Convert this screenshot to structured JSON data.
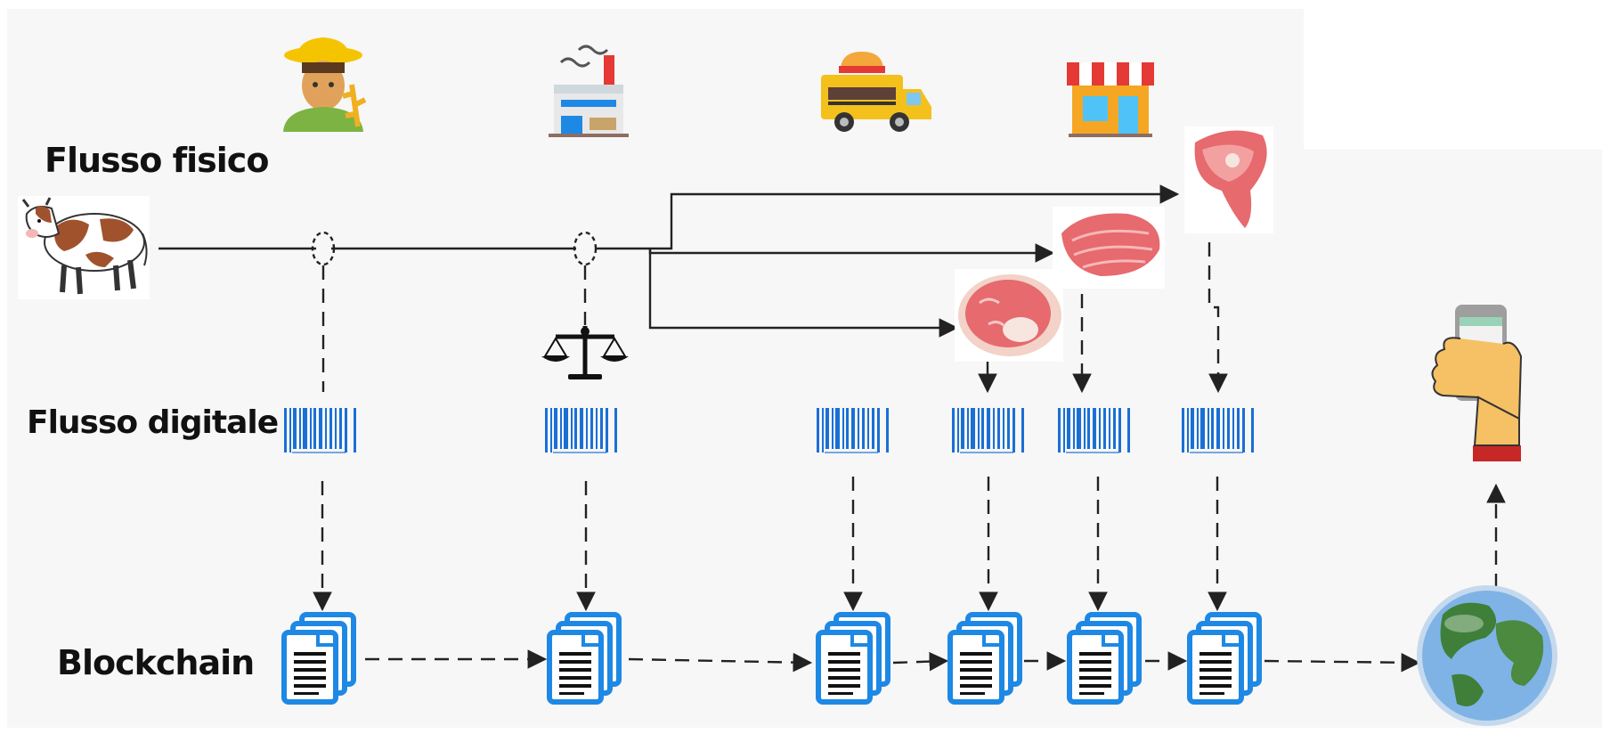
{
  "labels": {
    "physical_flow": "Flusso fisico",
    "digital_flow": "Flusso digitale",
    "blockchain": "Blockchain"
  },
  "actors": [
    {
      "icon": "farmer-icon"
    },
    {
      "icon": "factory-icon"
    },
    {
      "icon": "food-truck-icon"
    },
    {
      "icon": "shop-icon"
    }
  ],
  "icons": {
    "source": "cow-icon",
    "checkpoint": "weighing-scale-icon",
    "cuts": [
      "meat-shank-icon",
      "meat-roll-icon",
      "meat-steak-icon"
    ],
    "barcode": "barcode-icon",
    "document": "document-stack-icon",
    "network": "globe-icon",
    "consumer": "smartphone-hand-icon"
  },
  "colors": {
    "background": "#f7f7f7",
    "text": "#111111",
    "line": "#222222",
    "barcode": "#1a6fd6",
    "document": "#1e88e5",
    "meat": "#e66a6e"
  }
}
